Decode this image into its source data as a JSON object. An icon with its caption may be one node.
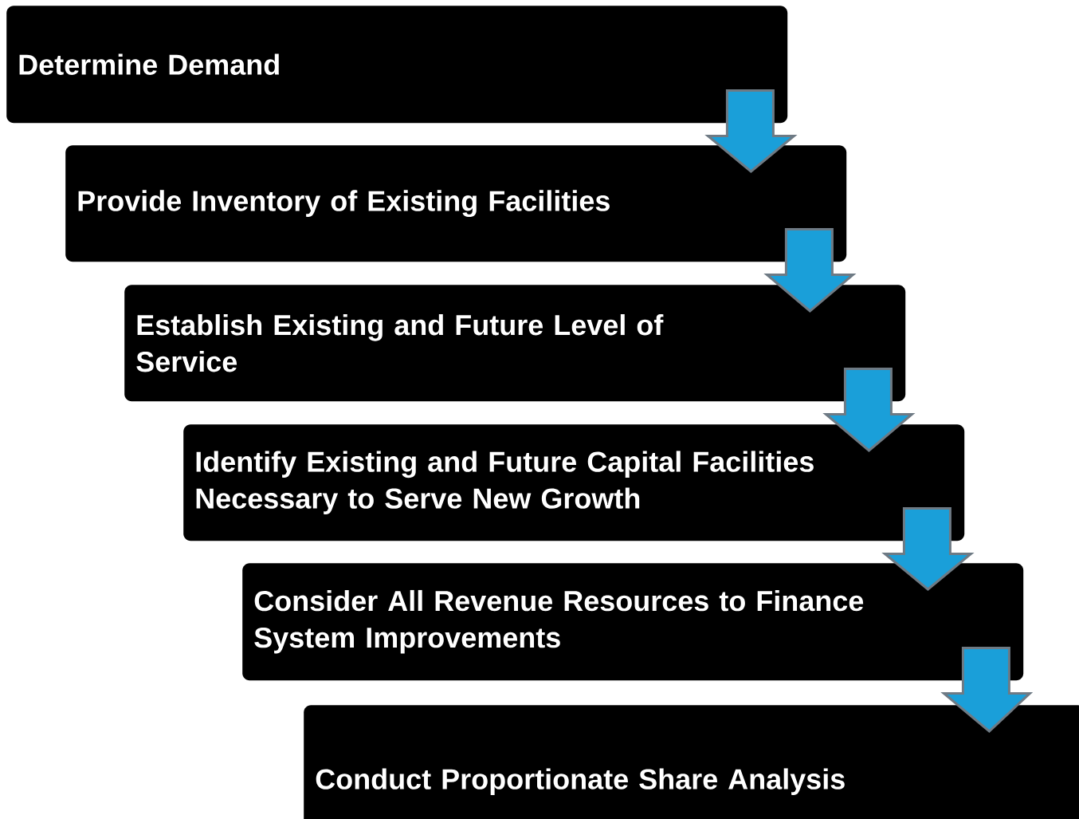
{
  "diagram": {
    "nodes": [
      {
        "text": [
          "Determine Demand"
        ]
      },
      {
        "text": [
          "Provide Inventory of Existing Facilities"
        ]
      },
      {
        "text": [
          "Establish Existing and Future Level of Service"
        ]
      },
      {
        "text": [
          "Identify Existing and Future Capital Facilities Necessary to Serve New Growth"
        ]
      },
      {
        "text": [
          "Consider All Revenue Resources to Finance System Improvements"
        ]
      },
      {
        "text": [
          "Conduct Proportionate Share Analysis"
        ]
      }
    ],
    "edges": [
      {
        "from": 0,
        "to": 1,
        "arrow": "to"
      },
      {
        "from": 1,
        "to": 2,
        "arrow": "to"
      },
      {
        "from": 2,
        "to": 3,
        "arrow": "to"
      },
      {
        "from": 3,
        "to": 4,
        "arrow": "to"
      },
      {
        "from": 4,
        "to": 5,
        "arrow": "to"
      }
    ]
  }
}
